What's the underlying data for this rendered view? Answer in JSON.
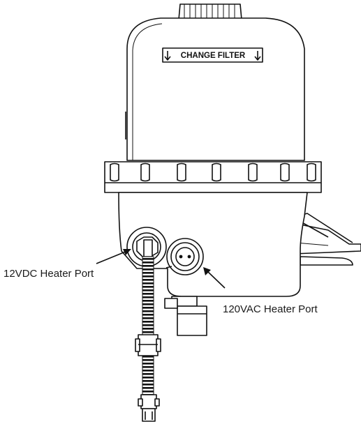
{
  "labels": {
    "filter_text": "CHANGE FILTER",
    "dc_port": "12VDC Heater Port",
    "ac_port": "120VAC Heater Port"
  },
  "colors": {
    "line": "#111111",
    "background": "#ffffff",
    "text": "#1a1a1a"
  }
}
